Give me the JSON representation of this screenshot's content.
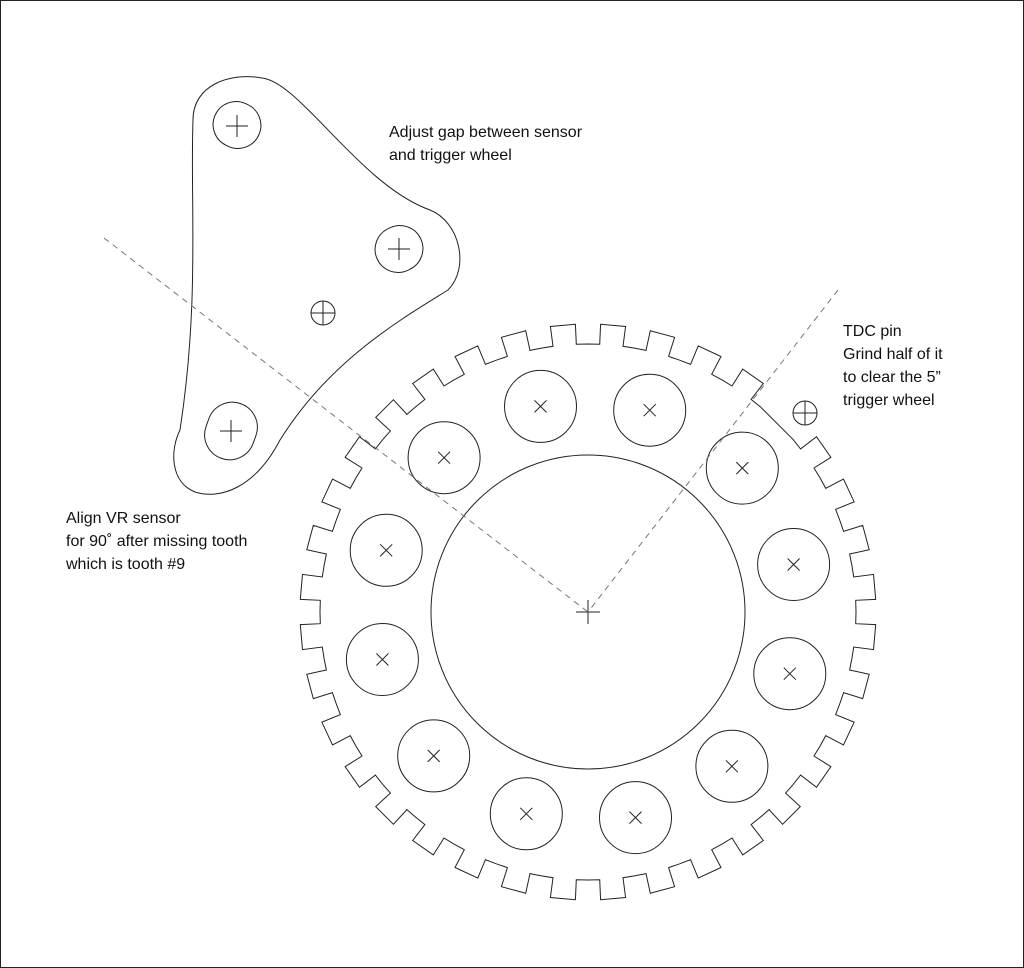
{
  "annotations": {
    "gap": [
      "Adjust gap between sensor",
      "and trigger wheel"
    ],
    "tdc": [
      "TDC pin",
      "Grind half of it",
      "to clear the 5”",
      "trigger wheel"
    ],
    "align": [
      "Align VR sensor",
      "for 90˚ after missing tooth",
      "which is tooth #9"
    ]
  },
  "trigger_wheel": {
    "teeth_total": 36,
    "missing_teeth": 1,
    "bolt_holes": 12
  },
  "colors": {
    "line": "#222222",
    "dash": "#777777",
    "background": "#ffffff"
  }
}
